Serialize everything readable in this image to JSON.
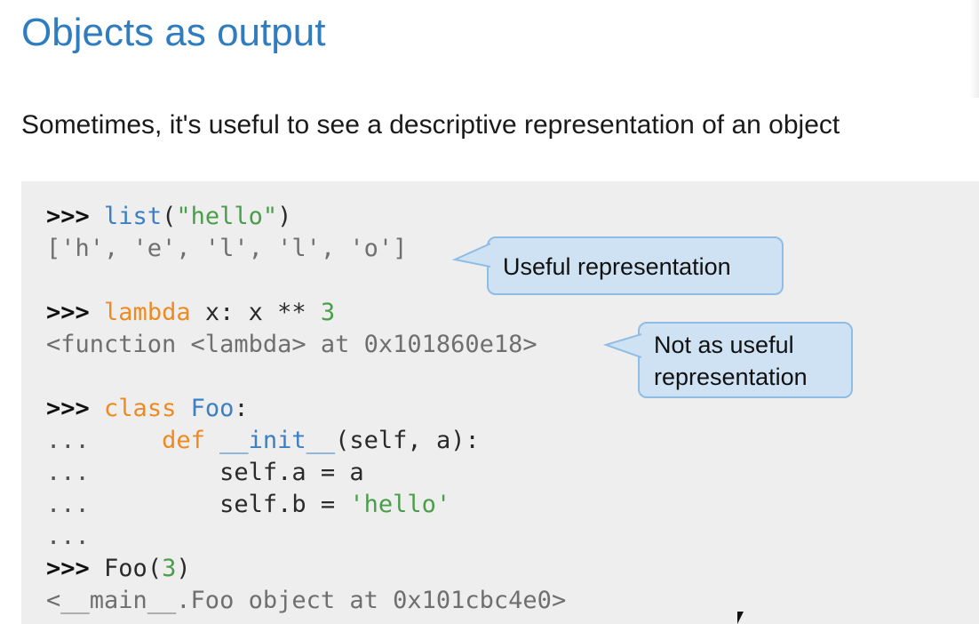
{
  "slide": {
    "title": "Objects as output",
    "subtitle": "Sometimes, it's useful to see a descriptive representation of an object"
  },
  "code": {
    "prompt": ">>>",
    "continuation": "...",
    "line1": {
      "func": "list",
      "open": "(",
      "arg": "\"hello\"",
      "close": ")"
    },
    "output1": "['h', 'e', 'l', 'l', 'o']",
    "line2": {
      "keyword": "lambda",
      "rest": " x: x ** ",
      "number": "3"
    },
    "output2": "<function <lambda> at 0x101860e18>",
    "line3": {
      "keyword": "class",
      "space": " ",
      "name": "Foo",
      "colon": ":"
    },
    "line4": {
      "indent": "     ",
      "keyword": "def",
      "space": " ",
      "func": "__init__",
      "rest": "(self, a):"
    },
    "line5": {
      "indent": "         ",
      "text": "self.a = a"
    },
    "line6": {
      "indent": "         ",
      "text": "self.b = ",
      "string": "'hello'"
    },
    "line8": {
      "call": "Foo(",
      "number": "3",
      "close": ")"
    },
    "output3": "<__main__.Foo object at 0x101cbc4e0>"
  },
  "callouts": {
    "first": "Useful representation",
    "second_line1": "Not as useful",
    "second_line2": "representation"
  },
  "colors": {
    "title": "#2f7cbf",
    "code_background": "#eeeeef",
    "keyword": "#ee8a1f",
    "builtin": "#3b7fc4",
    "string": "#4a9e4a",
    "callout_fill": "#cfe2f3",
    "callout_border": "#8fbde3"
  }
}
